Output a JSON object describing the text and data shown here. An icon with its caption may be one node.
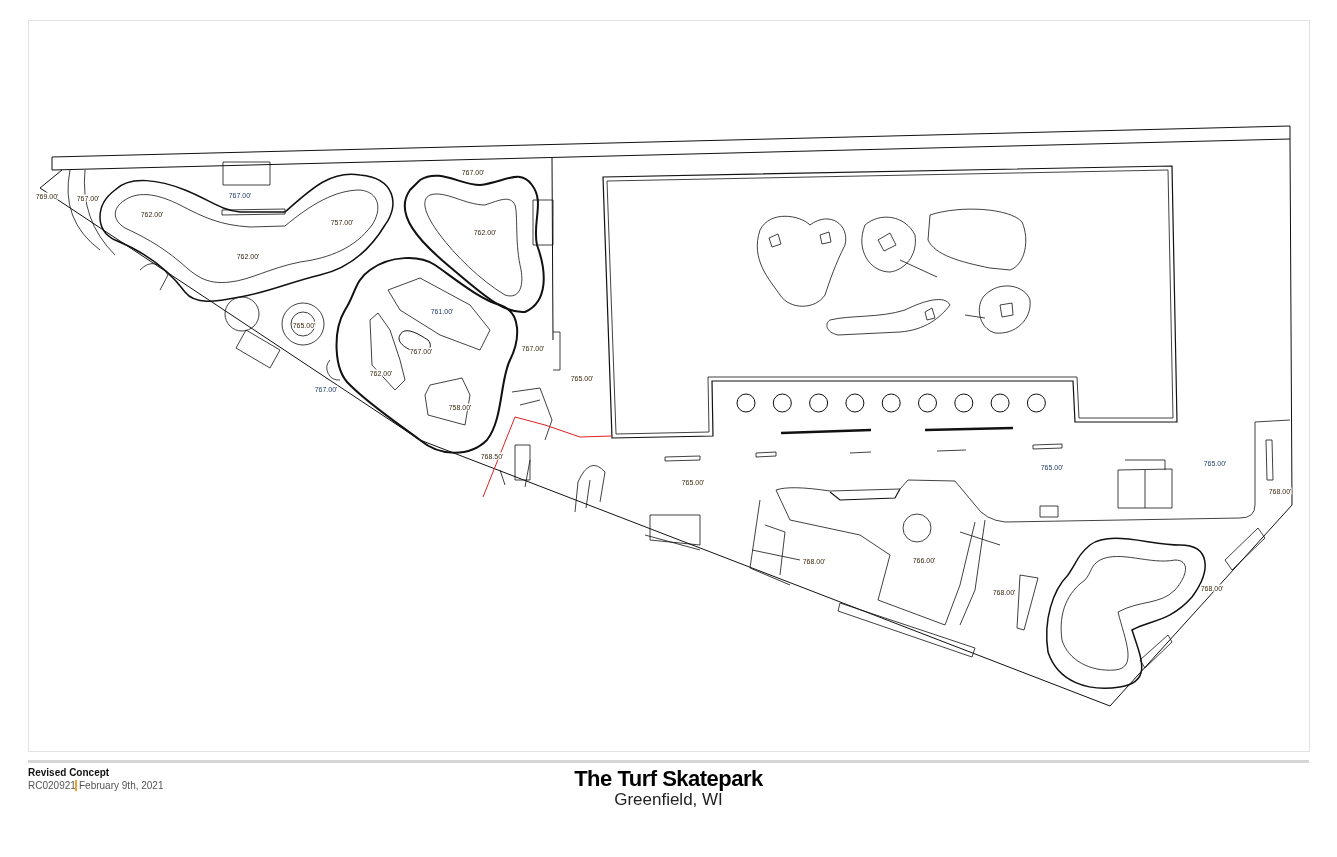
{
  "diagram": {
    "title": "The Turf Skatepark",
    "labels": [
      "767.00'",
      "767.00'",
      "769.00'",
      "767.00'",
      "762.00'",
      "762.00'",
      "757.00'",
      "762.00'",
      "761.00'",
      "765.00'",
      "767.00'",
      "767.00'",
      "765.00'",
      "762.00'",
      "767.00'",
      "758.00'",
      "768.50'",
      "765.00'",
      "765.00'",
      "765.00'",
      "768.00'",
      "768.00'",
      "766.00'",
      "768.00'",
      "768.00'",
      "Revised Concept",
      "RC020921",
      "February 9th, 2021",
      "Greenfield, WI"
    ]
  }
}
